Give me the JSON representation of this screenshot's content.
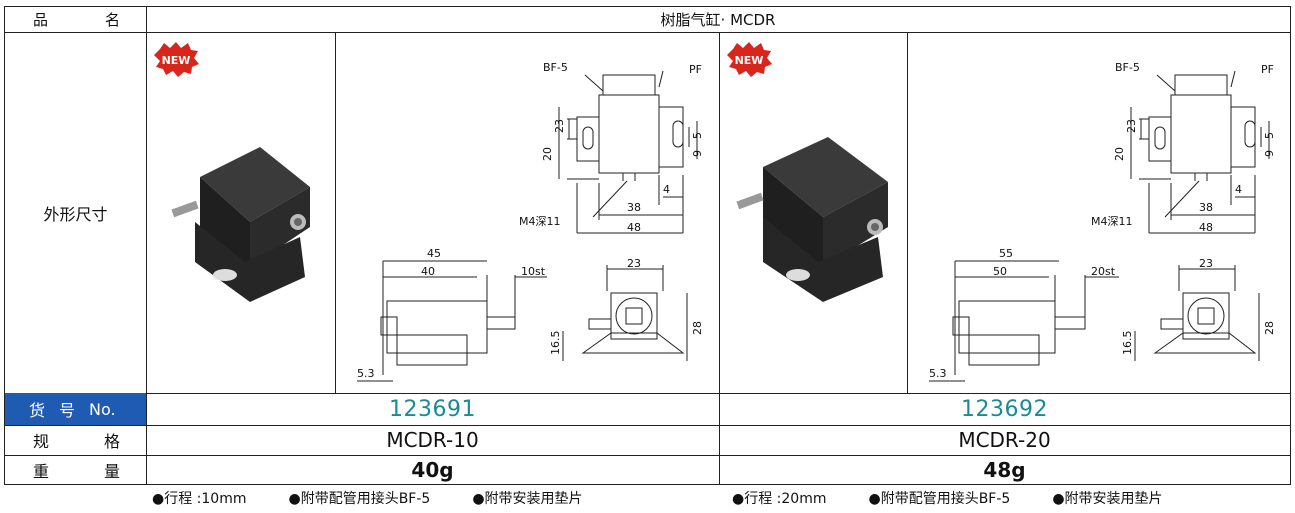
{
  "header": {
    "label_a": "品",
    "label_b": "名",
    "product_name": "树脂气缸· MCDR"
  },
  "dims_label": "外形尺寸",
  "badge": "NEW",
  "rows": {
    "part_no": {
      "label_a": "货",
      "label_b": "号",
      "label_c": "No."
    },
    "spec": {
      "label_a": "规",
      "label_b": "格"
    },
    "weight": {
      "label_a": "重",
      "label_b": "量"
    }
  },
  "products": [
    {
      "part_no": "123691",
      "spec": "MCDR-10",
      "weight": "40g",
      "dims": {
        "bf": "BF-5",
        "pf": "PF",
        "d23": "23",
        "d20": "20",
        "d5": "5",
        "d9": "9",
        "d4": "4",
        "d38": "38",
        "d48": "48",
        "thread": "M4深11",
        "len_total": "45",
        "len_body": "40",
        "stroke": "10st",
        "d5_3": "5.3",
        "e23": "23",
        "e28": "28",
        "e16_5": "16.5"
      },
      "notes": [
        "●行程 :10mm",
        "●附带配管用接头BF-5",
        "●附带安装用垫片"
      ]
    },
    {
      "part_no": "123692",
      "spec": "MCDR-20",
      "weight": "48g",
      "dims": {
        "bf": "BF-5",
        "pf": "PF",
        "d23": "23",
        "d20": "20",
        "d5": "5",
        "d9": "9",
        "d4": "4",
        "d38": "38",
        "d48": "48",
        "thread": "M4深11",
        "len_total": "55",
        "len_body": "50",
        "stroke": "20st",
        "d5_3": "5.3",
        "e23": "23",
        "e28": "28",
        "e16_5": "16.5"
      },
      "notes": [
        "●行程 :20mm",
        "●附带配管用接头BF-5",
        "●附带安装用垫片"
      ]
    }
  ],
  "colors": {
    "label_blue": "#1f5bb3",
    "part_no_teal": "#1a8a95",
    "new_red": "#d9261c"
  }
}
